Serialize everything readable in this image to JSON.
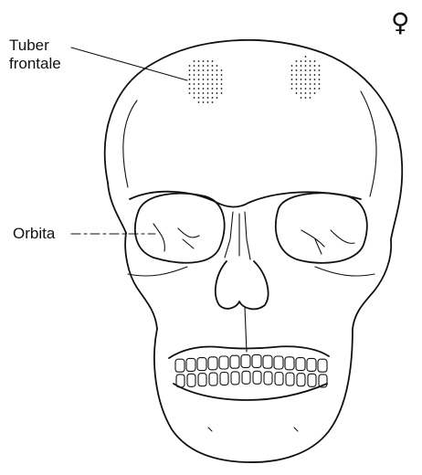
{
  "labels": {
    "tuber_line1": "Tuber",
    "tuber_line2": "frontale",
    "orbita": "Orbita"
  },
  "symbol": "♀",
  "colors": {
    "line": "#111111",
    "background": "#ffffff"
  }
}
